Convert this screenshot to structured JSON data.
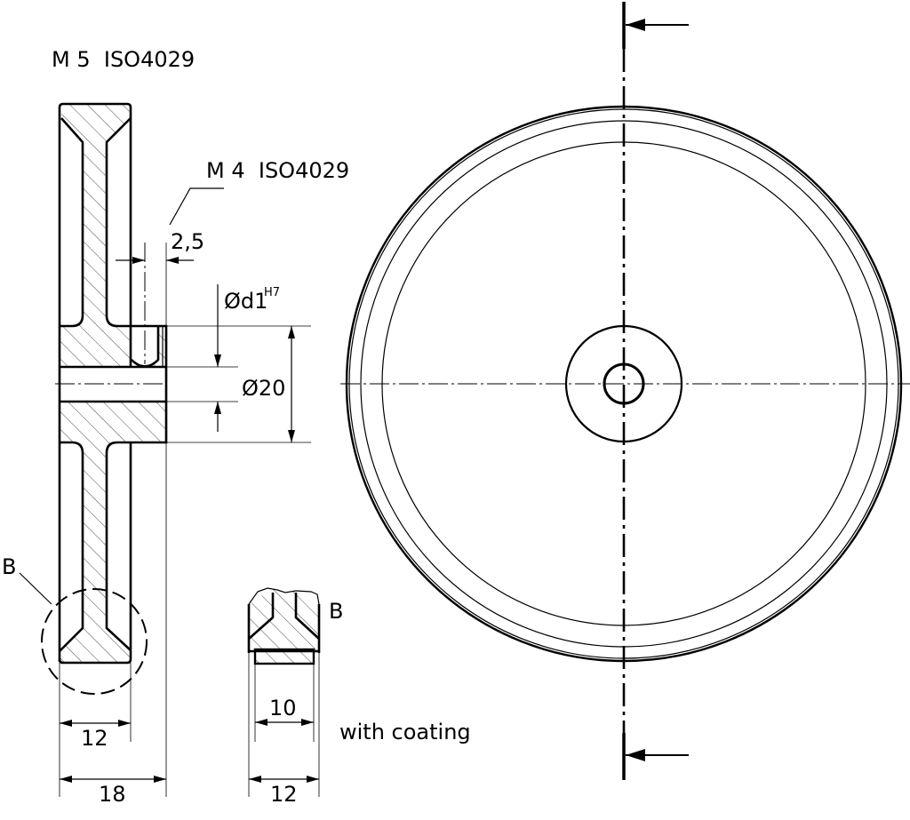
{
  "drawing": {
    "thread_top": "M 5  ISO4029",
    "thread_hub": "M 4  ISO4029",
    "dim_setscrew_offset": "2,5",
    "dim_bore": "Ød1",
    "dim_bore_tolerance": "H7",
    "dim_hub_diameter": "Ø20",
    "dim_rim_inner_width": "12",
    "dim_total_width": "18",
    "detail_label": "B",
    "detail_view_label": "B",
    "detail_dim_coating_width": "10",
    "detail_dim_width": "12",
    "coating_note": "with coating"
  }
}
